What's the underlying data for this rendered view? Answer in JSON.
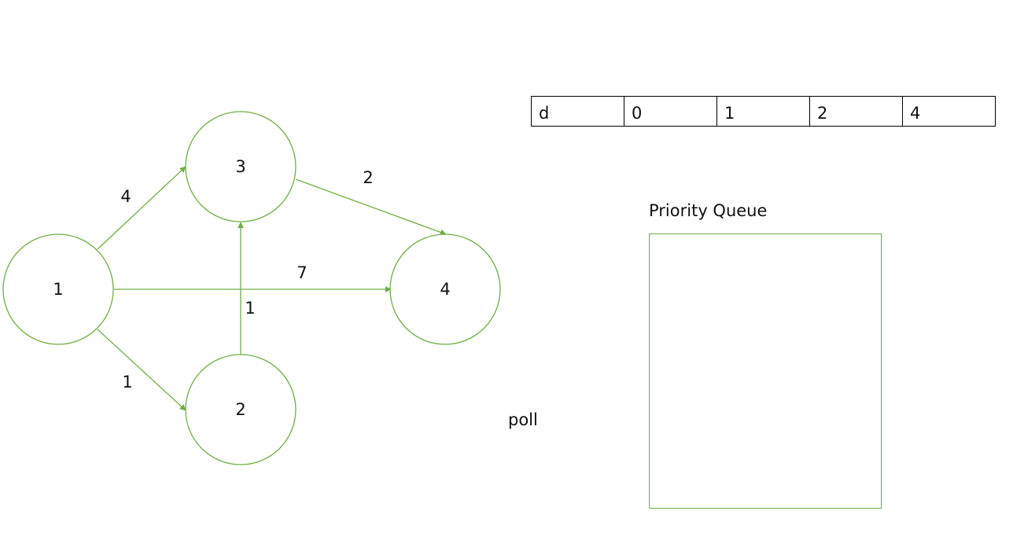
{
  "colors": {
    "accent": "#70ad47",
    "text": "#111111",
    "table_border": "#000000"
  },
  "graph": {
    "nodes": [
      {
        "id": "1",
        "label": "1"
      },
      {
        "id": "2",
        "label": "2"
      },
      {
        "id": "3",
        "label": "3"
      },
      {
        "id": "4",
        "label": "4"
      }
    ],
    "edges": [
      {
        "from": "1",
        "to": "3",
        "weight": "4"
      },
      {
        "from": "1",
        "to": "4",
        "weight": "7"
      },
      {
        "from": "1",
        "to": "2",
        "weight": "1"
      },
      {
        "from": "2",
        "to": "3",
        "weight": "1"
      },
      {
        "from": "3",
        "to": "4",
        "weight": "2"
      }
    ]
  },
  "distance_table": {
    "cells": [
      "d",
      "0",
      "1",
      "2",
      "4"
    ]
  },
  "priority_queue": {
    "title": "Priority Queue",
    "items": []
  },
  "poll_label": "poll"
}
